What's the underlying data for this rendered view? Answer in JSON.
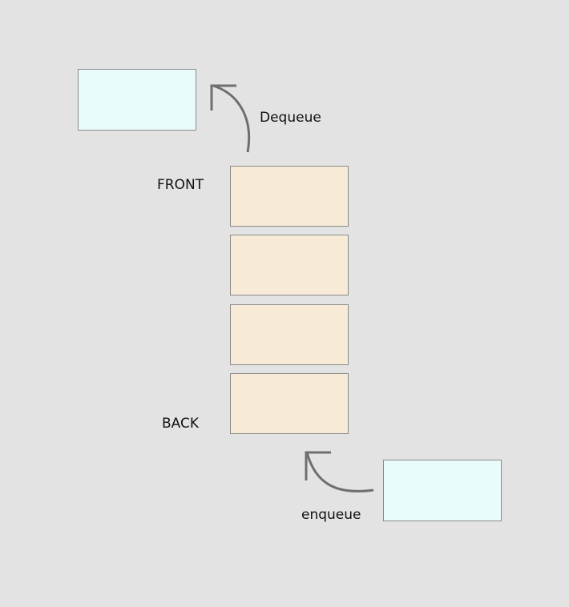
{
  "labels": {
    "front": "FRONT",
    "back": "BACK",
    "dequeue": "Dequeue",
    "enqueue": "enqueue"
  },
  "queue": {
    "slot_count": 4
  },
  "colors": {
    "background": "#e3e3e3",
    "queue_slot_fill": "#f7ebd8",
    "moving_item_fill": "#e9fbfa",
    "border": "#8a8a8a",
    "arrow": "#6f6f6f"
  }
}
